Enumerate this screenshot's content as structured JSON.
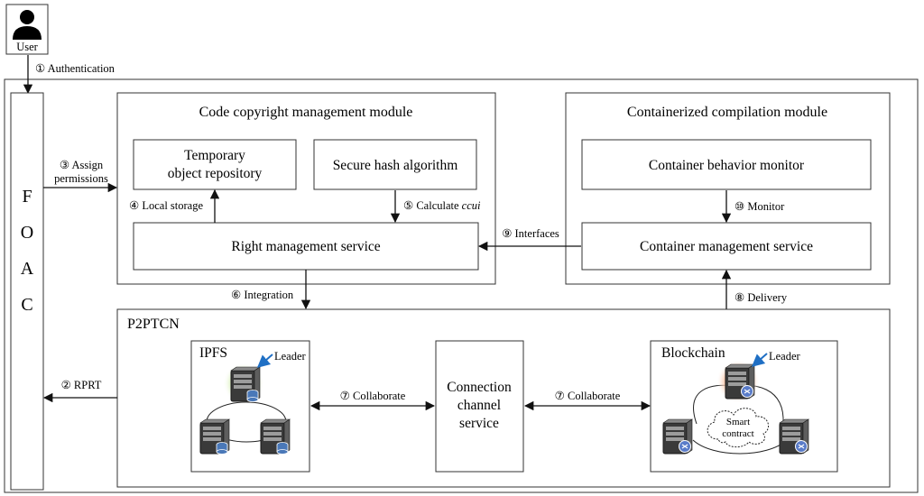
{
  "user": {
    "label": "User",
    "icon": "user-silhouette-icon"
  },
  "foac": {
    "label": "F O A C"
  },
  "modules": {
    "copyright": {
      "title": "Code copyright management module",
      "temp_repo_line1": "Temporary",
      "temp_repo_line2": "object repository",
      "hash": "Secure hash algorithm",
      "right_service": "Right management service"
    },
    "container": {
      "title": "Containerized compilation module",
      "monitor": "Container behavior monitor",
      "mgmt": "Container management service"
    },
    "p2ptcn": {
      "title": "P2PTCN",
      "ipfs": "IPFS",
      "blockchain": "Blockchain",
      "leader": "Leader",
      "channel_line1": "Connection",
      "channel_line2": "channel",
      "channel_line3": "service",
      "smart_line1": "Smart",
      "smart_line2": "contract"
    }
  },
  "edges": {
    "authentication": "① Authentication",
    "assign1": "③ Assign",
    "assign2": "permissions",
    "local_storage": "④ Local storage",
    "calculate_prefix": "⑤ Calculate ",
    "calculate_var": "ccui",
    "interfaces": "⑨ Interfaces",
    "monitor": "⑩ Monitor",
    "integration": "⑥ Integration",
    "delivery": "⑧ Delivery",
    "rprt": "② RPRT",
    "collaborate_left": "⑦ Collaborate",
    "collaborate_right": "⑦ Collaborate"
  },
  "icons": [
    "user-silhouette-icon",
    "server-icon",
    "database-icon",
    "cloud-icon",
    "leader-arrow-icon"
  ],
  "colors": {
    "ipfs_glow": "#c8e6a0",
    "blockchain_glow": "#f6b48f",
    "leader_arrow": "#1f6fc4"
  }
}
